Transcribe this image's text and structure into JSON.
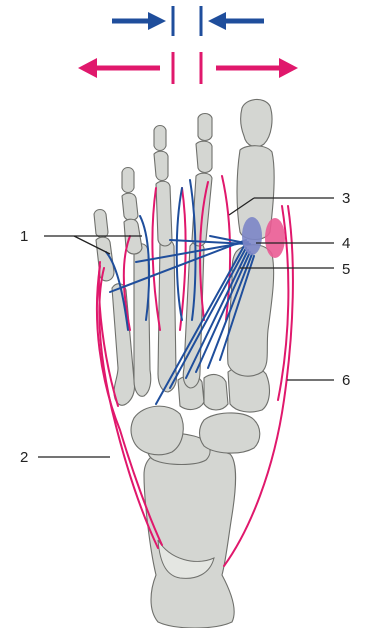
{
  "labels": {
    "l1": "1",
    "l2": "2",
    "l3": "3",
    "l4": "4",
    "l5": "5",
    "l6": "6"
  },
  "colors": {
    "adduction": "#1f4e9c",
    "abduction": "#e0186c",
    "bone": "#d4d6d2",
    "bone_outline": "#6f706c",
    "leader": "#222222"
  },
  "icons": {
    "adduction_arrows": "arrows-pointing-inward",
    "abduction_arrows": "arrows-pointing-outward"
  }
}
